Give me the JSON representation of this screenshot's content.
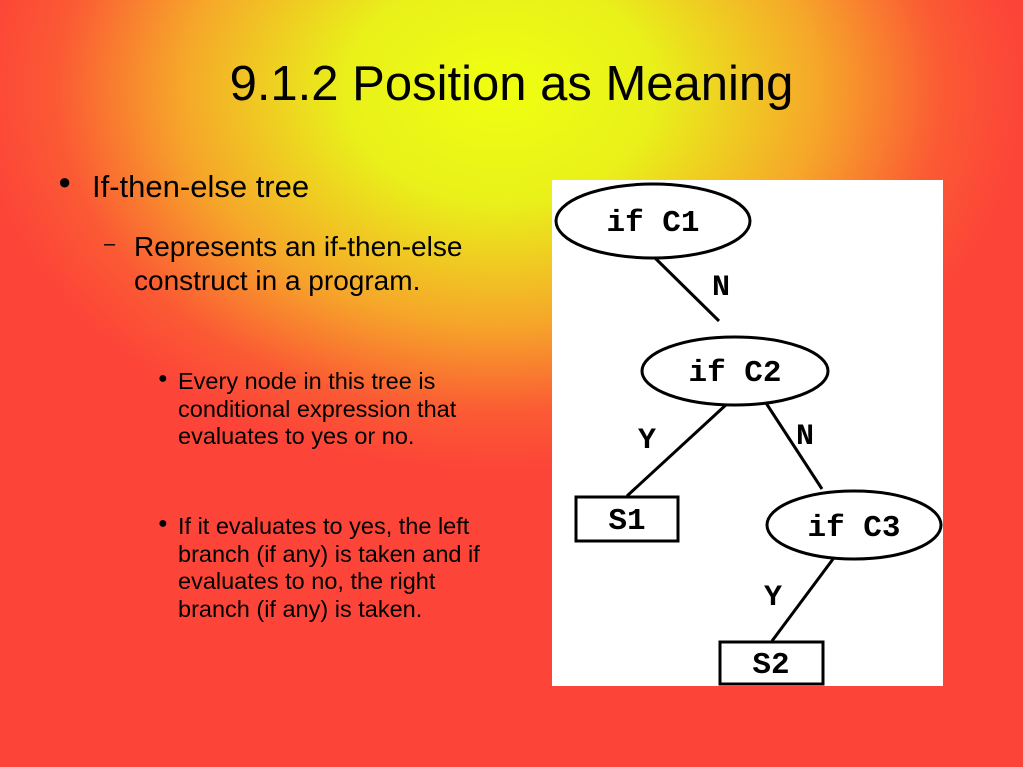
{
  "slide": {
    "title": "9.1.2 Position as Meaning",
    "bullets": {
      "level1": {
        "marker": "●",
        "text": "If-then-else tree"
      },
      "level2": {
        "marker": "–",
        "text": "Represents an if-then-else construct in a program."
      },
      "level3": [
        {
          "marker": "●",
          "text": "Every node in this tree is conditional expression that evaluates to yes or no."
        },
        {
          "marker": "●",
          "text": "If it evaluates to yes, the left branch (if any) is taken and if evaluates to no, the right branch (if any) is taken."
        }
      ]
    }
  },
  "diagram": {
    "nodes": [
      {
        "id": "c1",
        "shape": "ellipse",
        "label": "if C1"
      },
      {
        "id": "c2",
        "shape": "ellipse",
        "label": "if C2"
      },
      {
        "id": "s1",
        "shape": "rect",
        "label": "S1"
      },
      {
        "id": "c3",
        "shape": "ellipse",
        "label": "if C3"
      },
      {
        "id": "s2",
        "shape": "rect",
        "label": "S2"
      }
    ],
    "edges": [
      {
        "from": "c1",
        "to": "c2",
        "label": "N"
      },
      {
        "from": "c2",
        "to": "s1",
        "label": "Y"
      },
      {
        "from": "c2",
        "to": "c3",
        "label": "N"
      },
      {
        "from": "c3",
        "to": "s2",
        "label": "Y"
      }
    ]
  }
}
